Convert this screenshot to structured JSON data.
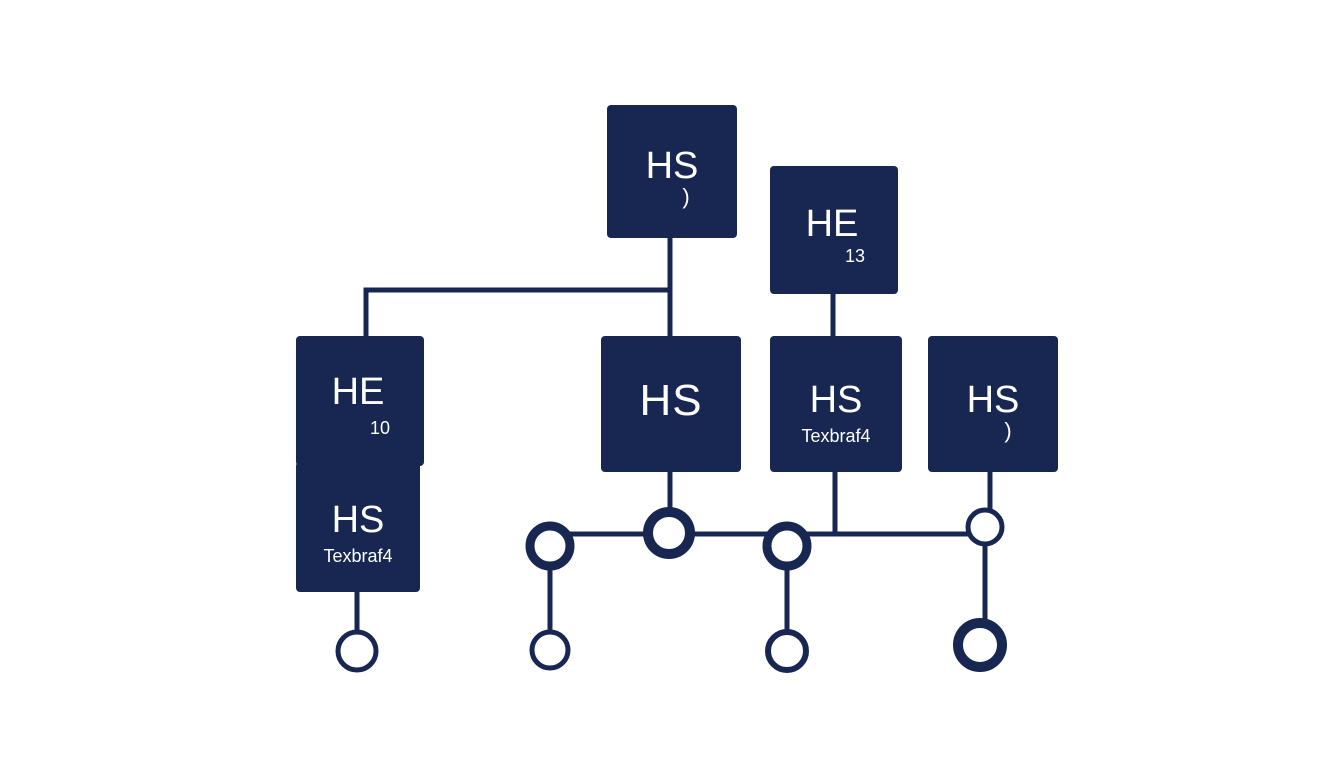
{
  "colors": {
    "node": "#172751",
    "line": "#172751",
    "background": "#ffffff"
  },
  "nodes": {
    "top_center": {
      "label": "HS",
      "sublabel": ")"
    },
    "top_right": {
      "label": "HE",
      "sublabel": "13"
    },
    "mid_left_upper": {
      "label": "HE",
      "sublabel": "10"
    },
    "mid_left_lower": {
      "label": "HS",
      "sublabel": "Texbraf4"
    },
    "center": {
      "label": "HS"
    },
    "center_right": {
      "label": "HS",
      "sublabel": "Texbraf4"
    },
    "far_right": {
      "label": "HS",
      "sublabel": ")"
    }
  }
}
